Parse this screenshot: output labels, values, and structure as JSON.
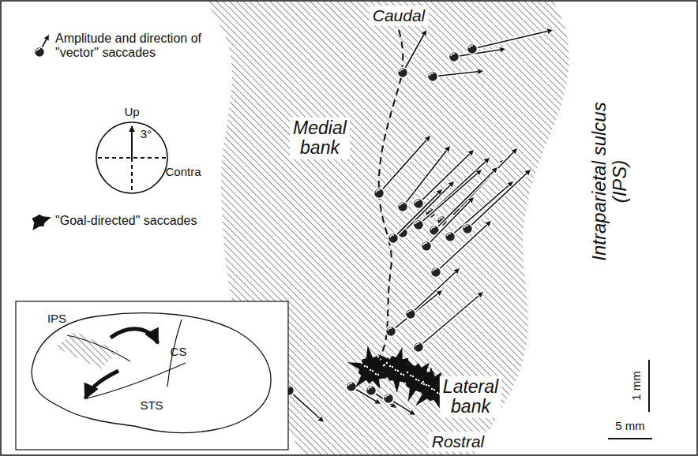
{
  "diagram": {
    "labels": [
      "Caudal",
      "Medial bank",
      "Lateral bank",
      "Rostral",
      "Intraparietal sulcus (IPS)",
      "Up",
      "3°",
      "Contra",
      "IPS",
      "CS",
      "STS",
      "1 mm",
      "5 mm"
    ],
    "legend": [
      {
        "text": "Amplitude and direction of \"vector\" saccades"
      },
      {
        "text": "\"Goal-directed\" saccades"
      }
    ]
  }
}
